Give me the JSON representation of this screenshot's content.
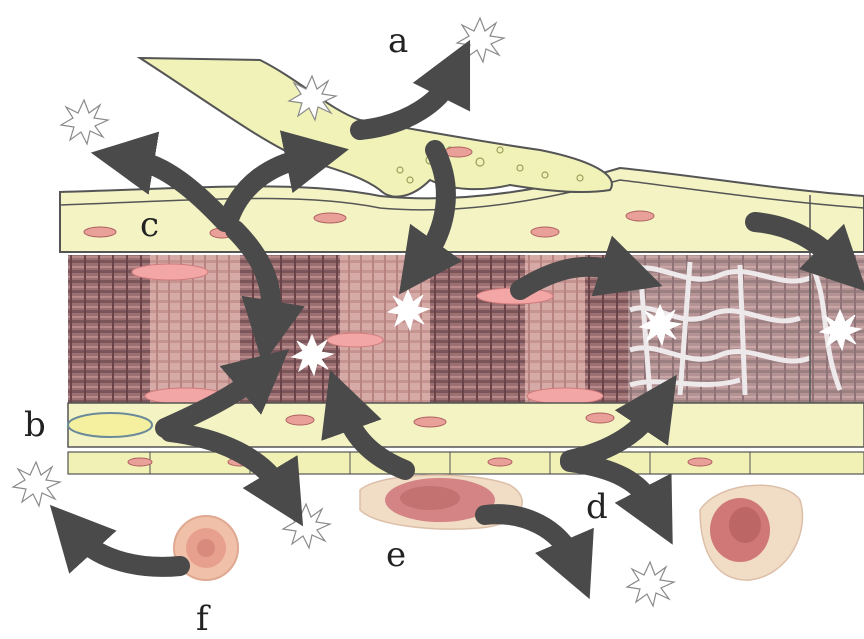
{
  "labels": {
    "a": "a",
    "b": "b",
    "c": "c",
    "d": "d",
    "e": "e",
    "f": "f"
  },
  "colors": {
    "arrow": "#4a4a4a",
    "nerve": "#f0f2b8",
    "endomysium": "#f3f3c4",
    "muscle_dark": "#6b4a4a",
    "muscle_light": "#c79a96",
    "nucleus": "#f2a6a6",
    "star": "#ffffff",
    "cell_pink": "#e7a394",
    "cell_outline": "#e8c8b8"
  },
  "icons": [
    "burst-icon",
    "curved-arrow-icon"
  ]
}
